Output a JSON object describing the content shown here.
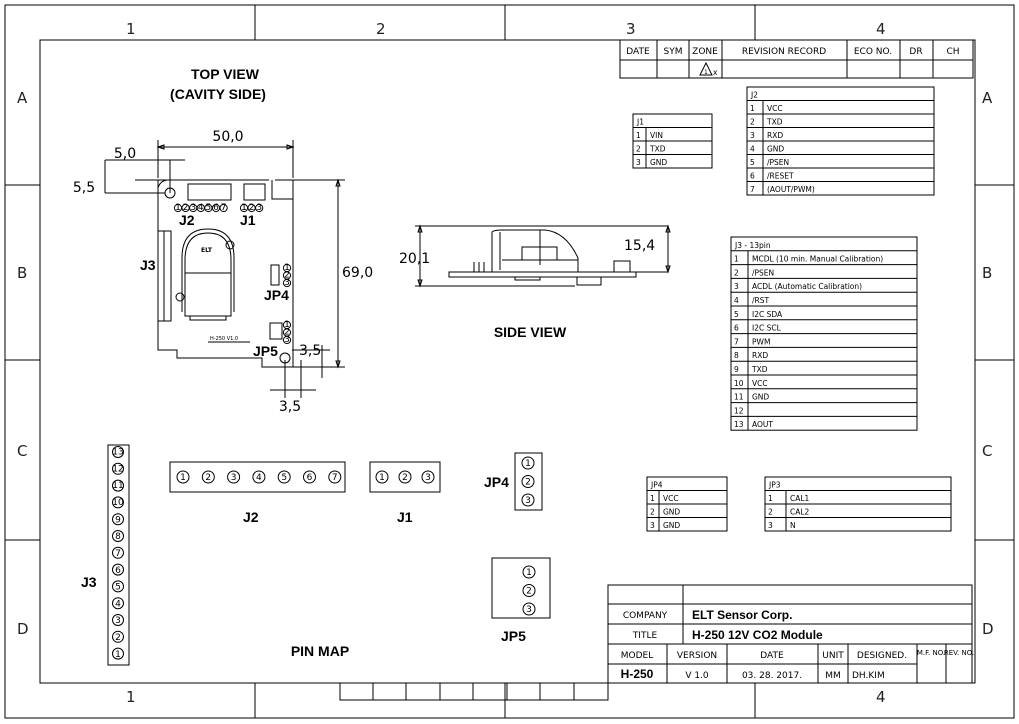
{
  "zones": {
    "columns": [
      "1",
      "2",
      "3",
      "4"
    ],
    "rows": [
      "A",
      "B",
      "C",
      "D"
    ]
  },
  "revision_table": {
    "headers": [
      "DATE",
      "SYM",
      "ZONE",
      "REVISION RECORD",
      "ECO NO.",
      "DR",
      "CH"
    ],
    "zone_symbol": "1",
    "zone_suffix": "x"
  },
  "views": {
    "top_view_title": "TOP VIEW",
    "top_view_subtitle": "(CAVITY SIDE)",
    "side_view_title": "SIDE VIEW",
    "pin_map_title": "PIN MAP",
    "board_label": "H-250 V1.0",
    "sensor_label": "ELT"
  },
  "dimensions": {
    "width": "50,0",
    "hole_x": "5,0",
    "hole_y": "5,5",
    "height": "69,0",
    "hole2_y": "3,5",
    "hole2_x": "3,5",
    "side_total": "20,1",
    "side_component": "15,4"
  },
  "connector_labels": {
    "j1": "J1",
    "j2": "J2",
    "j3": "J3",
    "jp4": "JP4",
    "jp5": "JP5"
  },
  "pin_numbers": {
    "j1": [
      "1",
      "2",
      "3"
    ],
    "j2": [
      "1",
      "2",
      "3",
      "4",
      "5",
      "6",
      "7"
    ],
    "j3": [
      "13",
      "12",
      "11",
      "10",
      "9",
      "8",
      "7",
      "6",
      "5",
      "4",
      "3",
      "2",
      "1"
    ],
    "jp4": [
      "1",
      "2",
      "3"
    ],
    "jp5": [
      "1",
      "2",
      "3"
    ]
  },
  "tables": {
    "j1": {
      "title": "J1",
      "rows": [
        [
          "1",
          "VIN"
        ],
        [
          "2",
          "TXD"
        ],
        [
          "3",
          "GND"
        ]
      ]
    },
    "j2": {
      "title": "J2",
      "rows": [
        [
          "1",
          "VCC"
        ],
        [
          "2",
          "TXD"
        ],
        [
          "3",
          "RXD"
        ],
        [
          "4",
          "GND"
        ],
        [
          "5",
          "/PSEN"
        ],
        [
          "6",
          "/RESET"
        ],
        [
          "7",
          "(AOUT/PWM)"
        ]
      ]
    },
    "j3": {
      "title": "J3 - 13pin",
      "rows": [
        [
          "1",
          "MCDL (10 min. Manual Calibration)"
        ],
        [
          "2",
          "/PSEN"
        ],
        [
          "3",
          "ACDL (Automatic Calibration)"
        ],
        [
          "4",
          "/RST"
        ],
        [
          "5",
          "I2C SDA"
        ],
        [
          "6",
          "I2C SCL"
        ],
        [
          "7",
          "PWM"
        ],
        [
          "8",
          "RXD"
        ],
        [
          "9",
          "TXD"
        ],
        [
          "10",
          "VCC"
        ],
        [
          "11",
          "GND"
        ],
        [
          "12",
          ""
        ],
        [
          "13",
          "AOUT"
        ]
      ]
    },
    "jp4": {
      "title": "JP4",
      "rows": [
        [
          "1",
          "VCC"
        ],
        [
          "2",
          "GND"
        ],
        [
          "3",
          "GND"
        ]
      ]
    },
    "jp3": {
      "title": "JP3",
      "rows": [
        [
          "1",
          "CAL1"
        ],
        [
          "2",
          "CAL2"
        ],
        [
          "3",
          "N"
        ]
      ]
    }
  },
  "title_block": {
    "company_label": "COMPANY",
    "company": "ELT Sensor Corp.",
    "title_label": "TITLE",
    "title": "H-250 12V CO2 Module",
    "headers": [
      "MODEL",
      "VERSION",
      "DATE",
      "UNIT",
      "DESIGNED.",
      "M.F. NO.",
      "REV. NO."
    ],
    "model": "H-250",
    "version": "V 1.0",
    "date": "03. 28. 2017.",
    "unit": "MM",
    "designed": "DH.KIM"
  }
}
